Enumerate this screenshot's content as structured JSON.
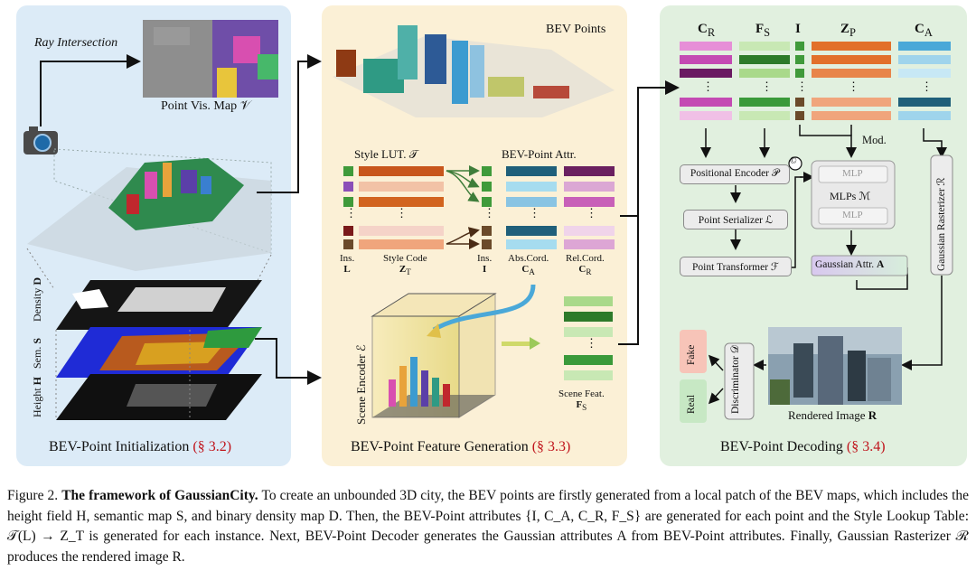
{
  "panels": {
    "init": {
      "title": "BEV-Point Initialization",
      "ref": "(§ 3.2)"
    },
    "feature": {
      "title": "BEV-Point Feature Generation",
      "ref": "(§ 3.3)"
    },
    "decoding": {
      "title": "BEV-Point Decoding",
      "ref": "(§ 3.4)"
    }
  },
  "init_labels": {
    "ray": "Ray Intersection",
    "vis_map": "Point Vis. Map 𝒱",
    "density": "Density",
    "density_sym": "D",
    "sem": "Sem.",
    "sem_sym": "S",
    "height": "Height",
    "height_sym": "H"
  },
  "feature_labels": {
    "bev_points": "BEV Points",
    "style_lut": "Style LUT. 𝒯",
    "bev_attr": "BEV-Point Attr.",
    "ins": "Ins.",
    "ins_sym_l": "L",
    "style_code": "Style Code",
    "style_code_sym": "Z",
    "style_code_sub": "T",
    "ins2": "Ins.",
    "ins_sym_i": "I",
    "abs": "Abs.Cord.",
    "abs_sym": "C",
    "abs_sub": "A",
    "rel": "Rel.Cord.",
    "rel_sym": "C",
    "rel_sub": "R",
    "scene_encoder": "Scene Encoder ℰ",
    "scene_feat": "Scene Feat.",
    "scene_feat_sym": "F",
    "scene_feat_sub": "S",
    "dots": "⋮"
  },
  "decoding_labels": {
    "col_cr": "C",
    "col_cr_sub": "R",
    "col_fs": "F",
    "col_fs_sub": "S",
    "col_i": "I",
    "col_zp": "Z",
    "col_zp_sub": "P",
    "col_ca": "C",
    "col_ca_sub": "A",
    "pos_enc": "Positional Encoder 𝒫",
    "serializer": "Point Serializer ℒ",
    "transformer": "Point Transformer ℱ",
    "concat": "©",
    "mod": "Mod.",
    "mlp1": "MLP",
    "mlps": "MLPs ℳ",
    "mlp2": "MLP",
    "gauss_attr": "Gaussian Attr.",
    "gauss_attr_sym": "A",
    "rasterizer": "Gaussian Rasterizer ℛ",
    "discriminator": "Discriminator 𝒟",
    "fake": "Fake",
    "real": "Real",
    "rendered": "Rendered Image",
    "rendered_sym": "R"
  },
  "caption": {
    "prefix": "Figure 2.",
    "bold": "The framework of GaussianCity.",
    "text": "To create an unbounded 3D city, the BEV points are firstly generated from a local patch of the BEV maps, which includes the height field H, semantic map S, and binary density map D. Then, the BEV-Point attributes {I, C_A, C_R, F_S} are generated for each point and the Style Lookup Table: 𝒯(L) → Z_T is generated for each instance. Next, BEV-Point Decoder generates the Gaussian attributes A from BEV-Point attributes. Finally, Gaussian Rasterizer ℛ produces the rendered image R."
  },
  "colors": {
    "panel_blue": "#dcebf7",
    "panel_yellow": "#fbf0d6",
    "panel_green": "#e1f0df",
    "ref_red": "#c0141c",
    "magenta": "#c44ab3",
    "green": "#3f9a3a",
    "orange": "#e2702a",
    "teal": "#1f5f7a",
    "lightblue": "#9fd4ec"
  }
}
